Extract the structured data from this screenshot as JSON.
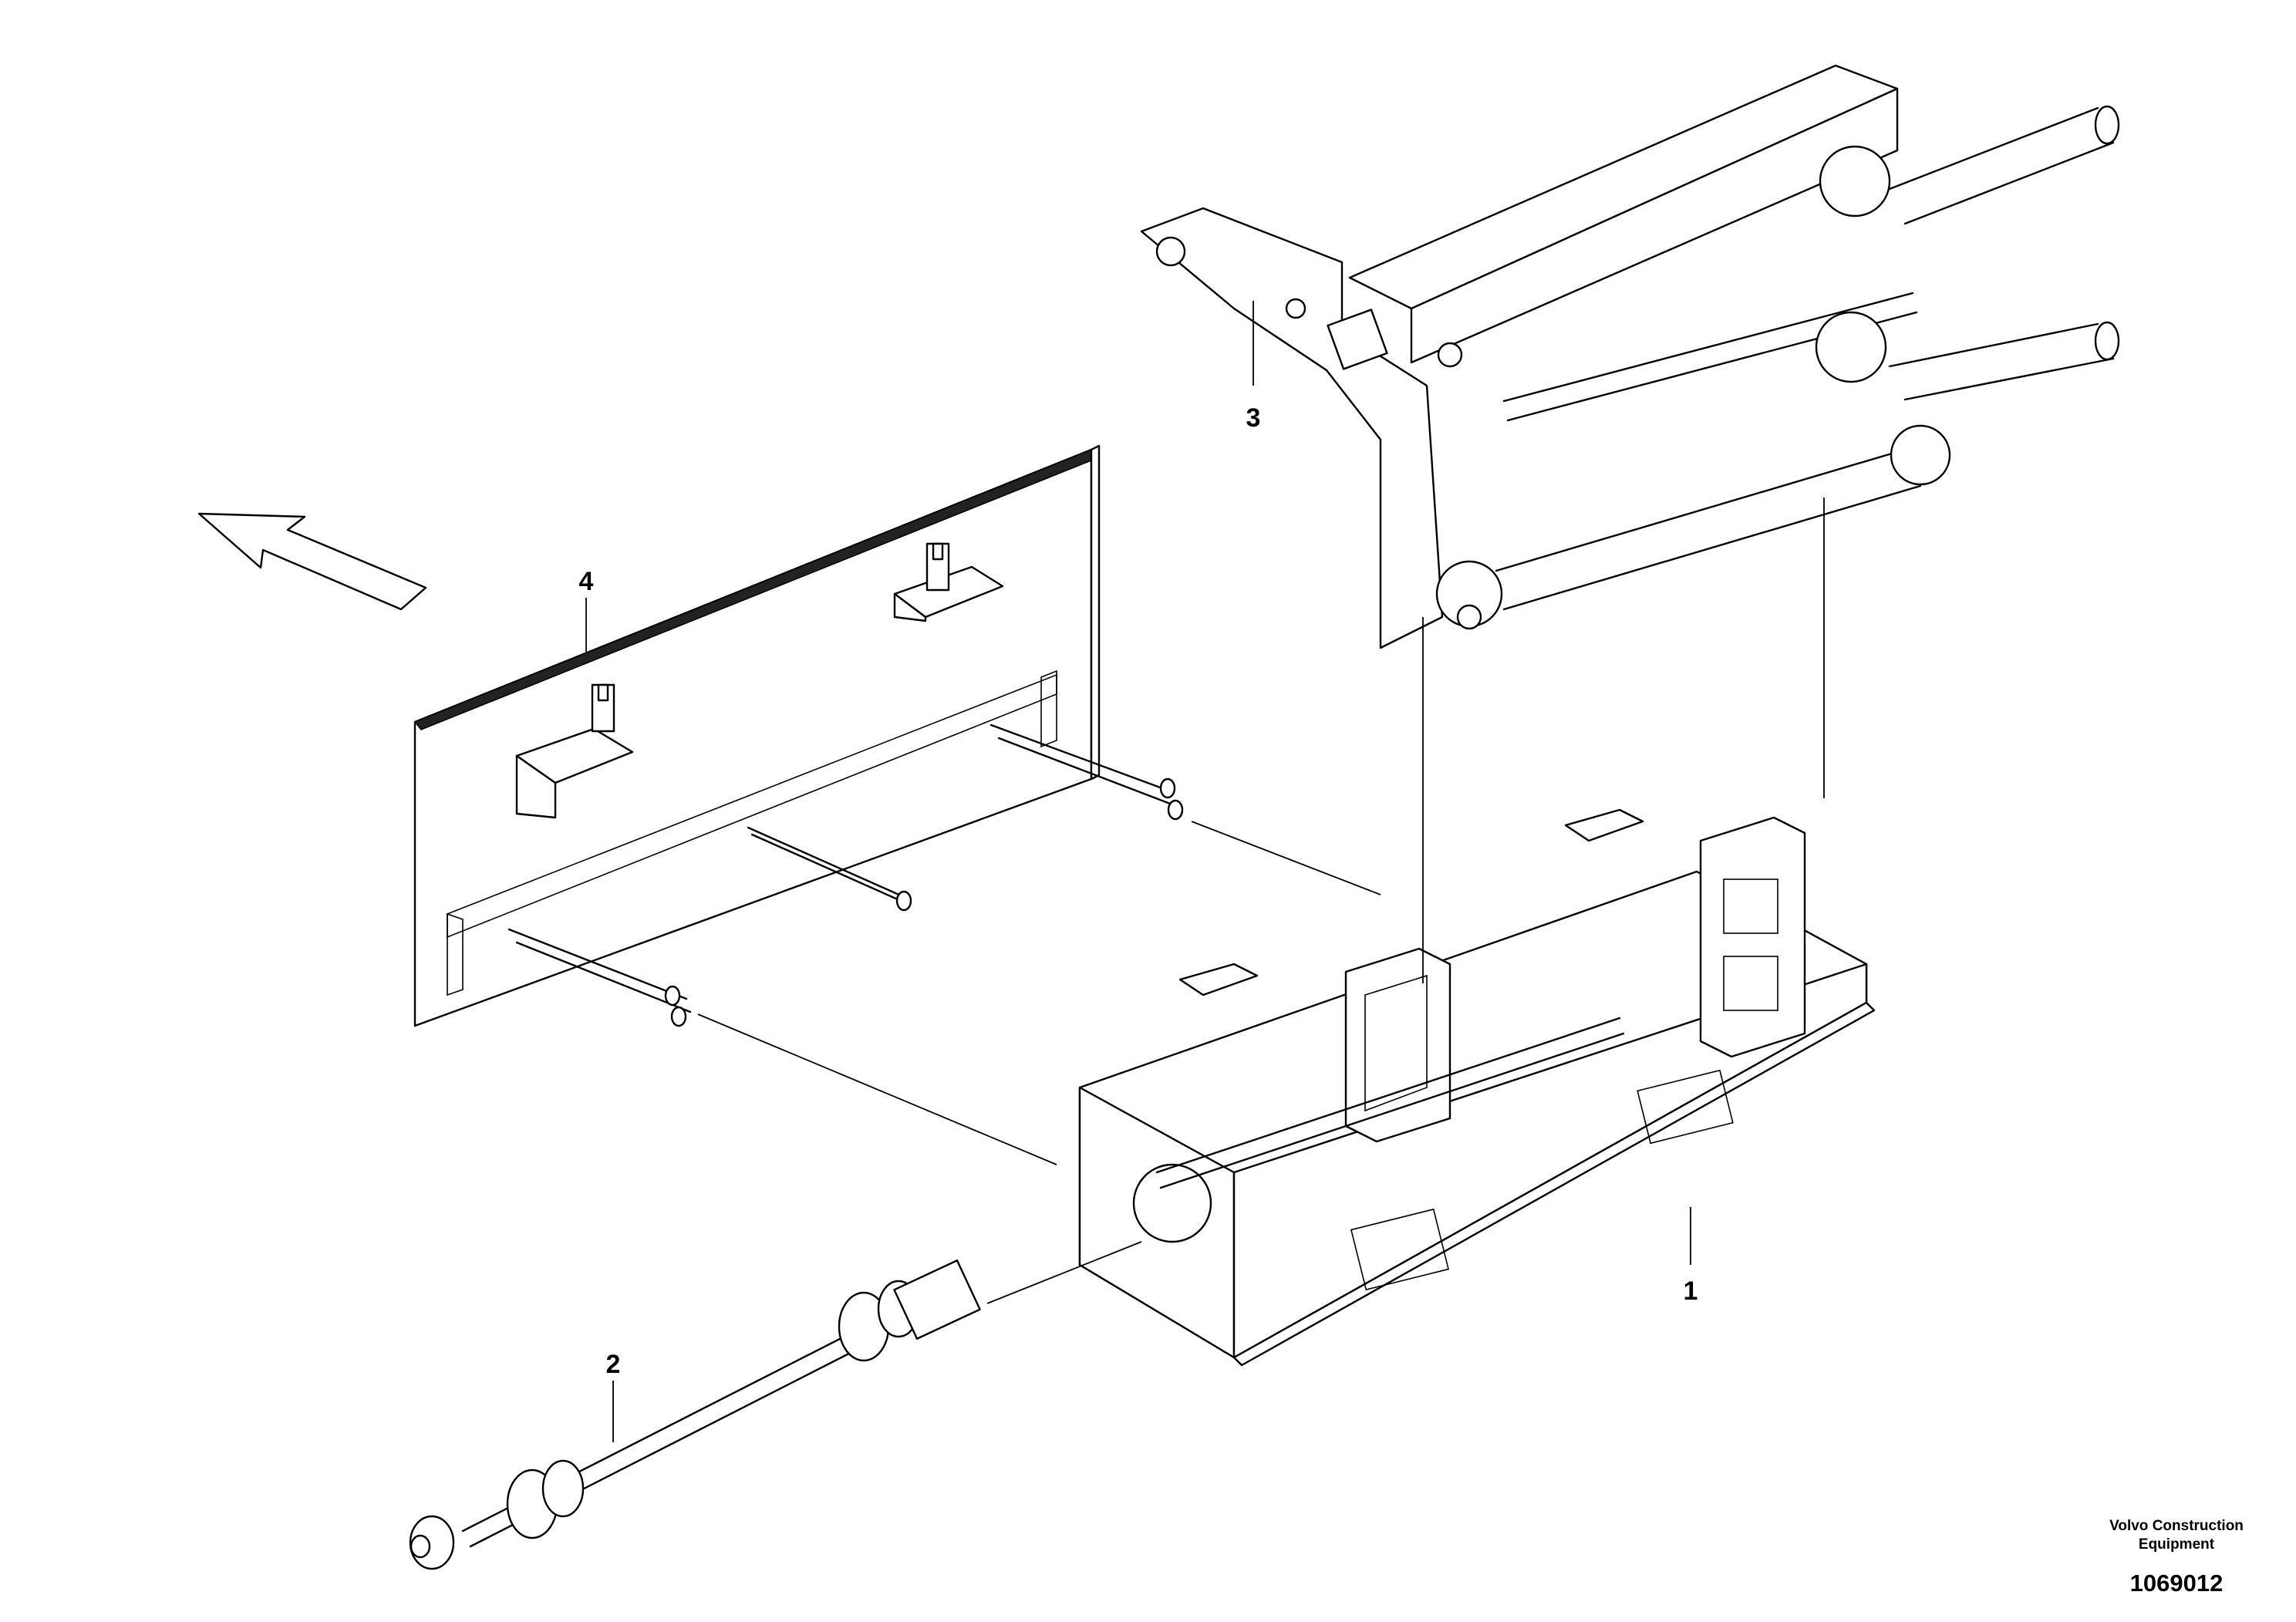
{
  "figure": {
    "callouts": [
      {
        "id": "1",
        "label": "1"
      },
      {
        "id": "2",
        "label": "2"
      },
      {
        "id": "3",
        "label": "3"
      },
      {
        "id": "4",
        "label": "4"
      }
    ],
    "brand_line1": "Volvo Construction",
    "brand_line2": "Equipment",
    "part_number": "1069012",
    "direction_icon": "arrow-up-left-icon"
  }
}
